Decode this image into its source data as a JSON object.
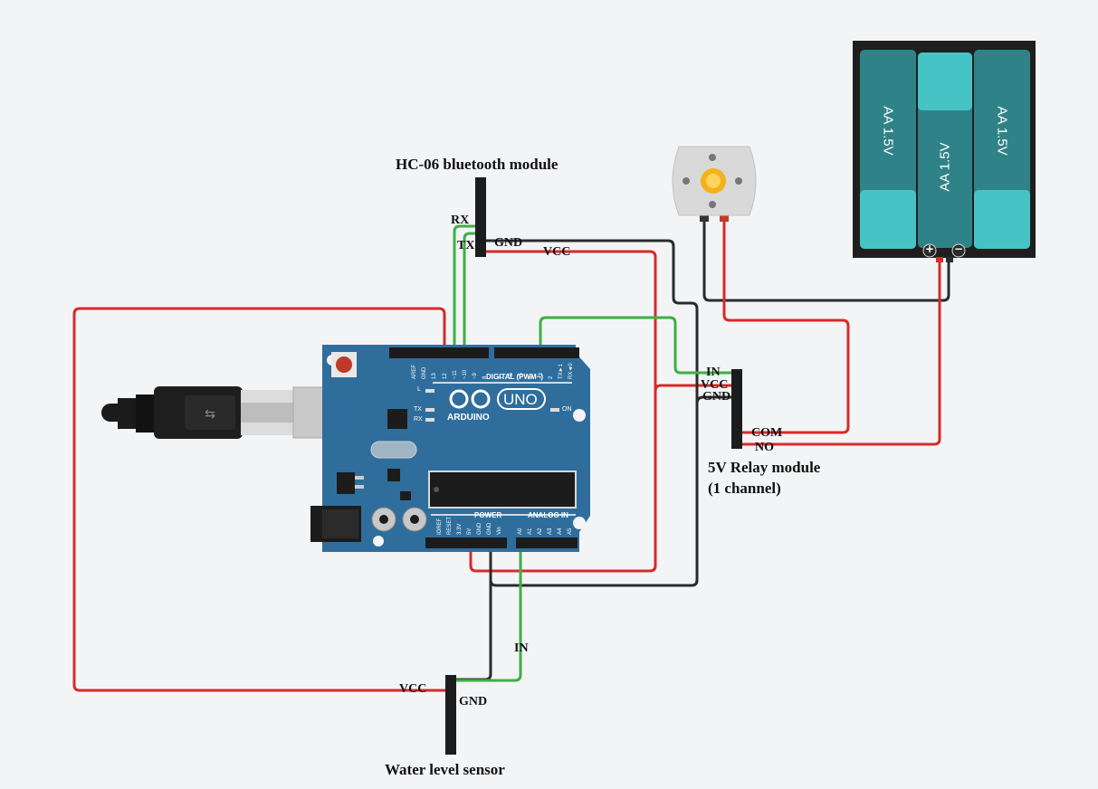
{
  "labels": {
    "bluetooth_title": "HC-06 bluetooth module",
    "bt_rx": "RX",
    "bt_tx": "TX",
    "bt_gnd": "GND",
    "bt_vcc": "VCC",
    "relay_in": "IN",
    "relay_vcc": "VCC",
    "relay_gnd": "GND",
    "relay_com": "COM",
    "relay_no": "NO",
    "relay_title_line1": "5V Relay module",
    "relay_title_line2": "(1 channel)",
    "sensor_in": "IN",
    "sensor_vcc": "VCC",
    "sensor_gnd": "GND",
    "sensor_title": "Water level sensor"
  },
  "arduino": {
    "brand": "ARDUINO",
    "model": "UNO",
    "digital_header": "DIGITAL (PWM~)",
    "power_header": "POWER",
    "analog_header": "ANALOG IN",
    "led_l": "L",
    "led_tx": "TX",
    "led_rx": "RX",
    "led_on": "ON",
    "digital_pins": [
      "AREF",
      "GND",
      "13",
      "12",
      "~11",
      "~10",
      "~9",
      "8",
      "7",
      "~6",
      "~5",
      "4",
      "~3",
      "2",
      "TX►1",
      "RX◄0"
    ],
    "power_pins": [
      "IOREF",
      "RESET",
      "3.3V",
      "5V",
      "GND",
      "GND",
      "Vin"
    ],
    "analog_pins": [
      "A0",
      "A1",
      "A2",
      "A3",
      "A4",
      "A5"
    ]
  },
  "battery": {
    "cells": [
      "AA 1.5V",
      "AA 1.5V",
      "AA 1.5V"
    ],
    "plus": "+",
    "minus": "−"
  },
  "colors": {
    "wire_red": "#d62b2b",
    "wire_green": "#3cb043",
    "wire_black": "#2b2b2b",
    "board_blue": "#2f6e9c",
    "battery_teal": "#2f8388",
    "battery_light": "#46c3c5"
  }
}
